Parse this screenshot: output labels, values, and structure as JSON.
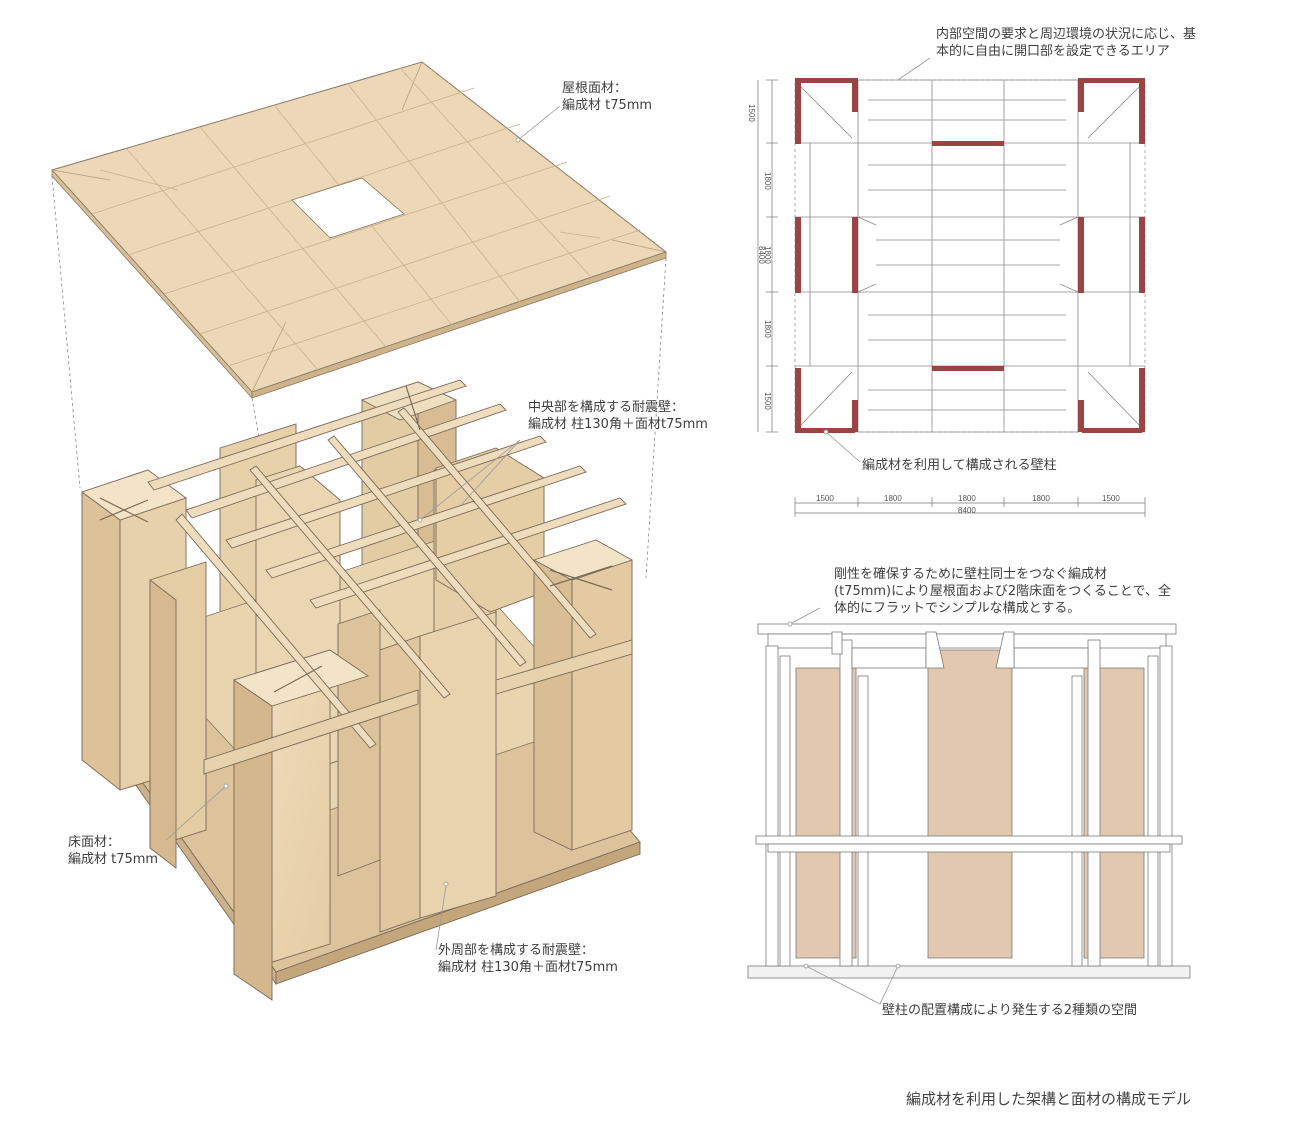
{
  "labels": {
    "roof": [
      "屋根面材：",
      "編成材 t75mm"
    ],
    "center_wall": [
      "中央部を構成する耐震壁：",
      "編成材  柱130角＋面材t75mm"
    ],
    "floor": [
      "床面材：",
      "編成材 t75mm"
    ],
    "outer_wall": [
      "外周部を構成する耐震壁：",
      "編成材 柱130角＋面材t75mm"
    ],
    "plan_note": [
      "内部空間の要求と周辺環境の状況に応じ、基",
      "本的に自由に開口部を設定できるエリア"
    ],
    "pillar_note": "編成材を利用して構成される壁柱",
    "section_note": [
      "剛性を確保するために壁柱同士をつなぐ編成材",
      "(t75mm)により屋根面および2階床面をつくることで、全",
      "体的にフラットでシンプルな構成とする。"
    ],
    "space_note": "壁柱の配置構成により発生する2種類の空間",
    "caption": "編成材を利用した架構と面材の構成モデル"
  },
  "dimensions": {
    "vertical": [
      "1500",
      "1800",
      "1800",
      "1800",
      "1500"
    ],
    "vertical_total": "8400",
    "horizontal": [
      "1500",
      "1800",
      "1800",
      "1800",
      "1500"
    ],
    "horizontal_total": "8400"
  },
  "colors": {
    "wood_light": "#efdcbc",
    "wood_mid": "#e6cfa8",
    "wood_dark": "#d9bd92",
    "panel_brown": "#e2c8ae",
    "pillar_red": "#9a4545",
    "line": "#6b6b6b"
  }
}
